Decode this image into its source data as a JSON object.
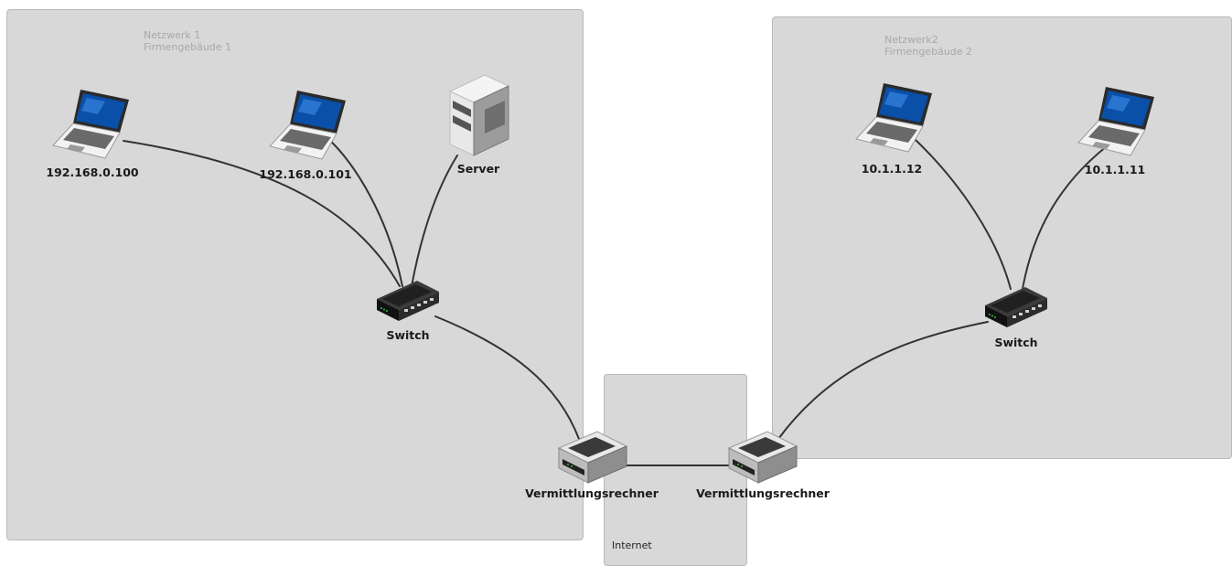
{
  "zones": {
    "network1": {
      "title": "Netzwerk 1",
      "subtitle": "Firmengebäude 1"
    },
    "network2": {
      "title": "Netzwerk2",
      "subtitle": "Firmengebäude 2"
    },
    "internet": {
      "title": "Internet"
    }
  },
  "nodes": {
    "laptop_a": {
      "label": "192.168.0.100",
      "icon": "laptop-icon"
    },
    "laptop_b": {
      "label": "192.168.0.101",
      "icon": "laptop-icon"
    },
    "server": {
      "label": "Server",
      "icon": "server-icon"
    },
    "switch1": {
      "label": "Switch",
      "icon": "switch-icon"
    },
    "router1": {
      "label": "Vermittlungsrechner",
      "icon": "router-icon"
    },
    "router2": {
      "label": "Vermittlungsrechner",
      "icon": "router-icon"
    },
    "switch2": {
      "label": "Switch",
      "icon": "switch-icon"
    },
    "laptop_c": {
      "label": "10.1.1.12",
      "icon": "laptop-icon"
    },
    "laptop_d": {
      "label": "10.1.1.11",
      "icon": "laptop-icon"
    }
  },
  "colors": {
    "zone_fill": "#d8d8d8",
    "link": "#333333",
    "screen": "#0a4fa8"
  }
}
